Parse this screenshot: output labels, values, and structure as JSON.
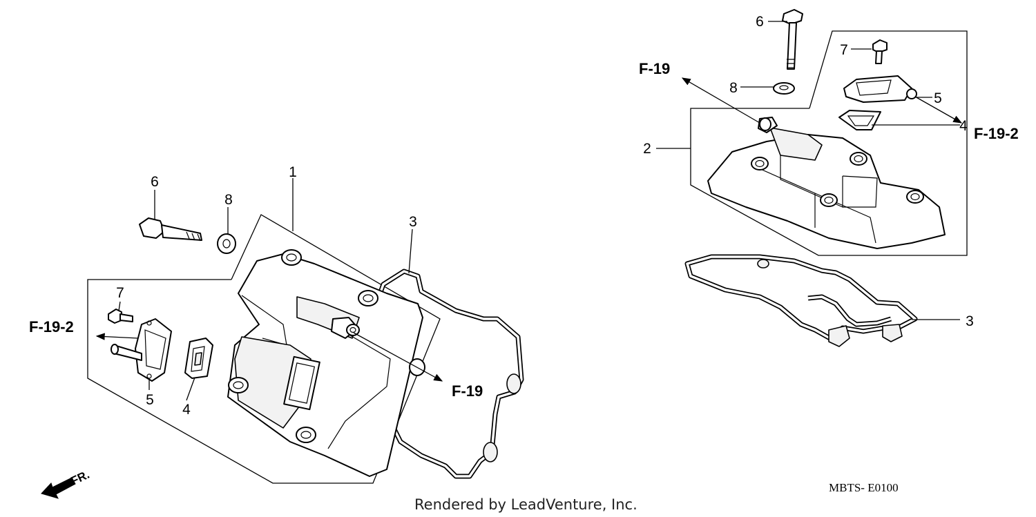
{
  "callouts": {
    "left": [
      "1",
      "3",
      "4",
      "5",
      "6",
      "7",
      "8"
    ],
    "right": [
      "2",
      "3",
      "4",
      "5",
      "6",
      "7",
      "8"
    ]
  },
  "references": {
    "left_f19": "F-19",
    "left_f192": "F-19-2",
    "right_f19": "F-19",
    "right_f192": "F-19-2"
  },
  "front_marker": "FR.",
  "diagram_code": "MBTS- E0100",
  "credit": "Rendered by LeadVenture, Inc."
}
